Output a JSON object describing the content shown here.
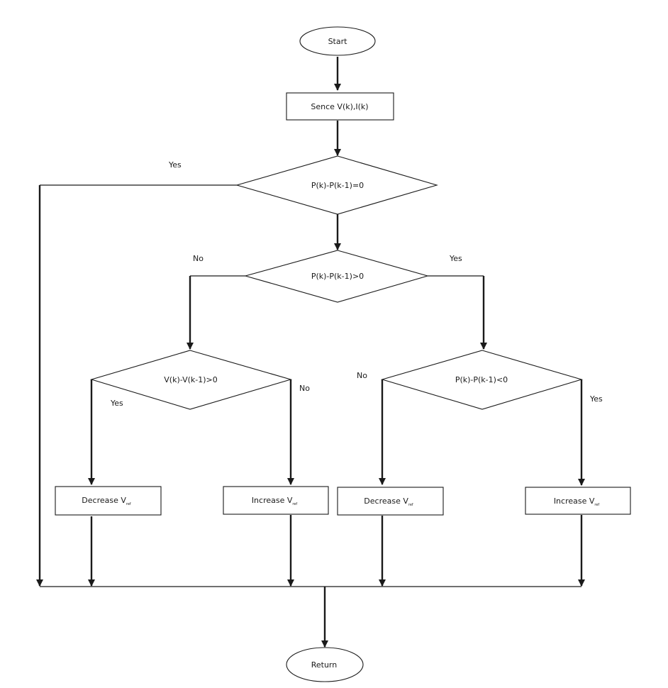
{
  "nodes": {
    "start": "Start",
    "sense": "Sence V(k),I(k)",
    "dec_equal": "P(k)-P(k-1)=0",
    "dec_greater": "P(k)-P(k-1)>0",
    "dec_voltage": "V(k)-V(k-1)>0",
    "dec_less": "P(k)-P(k-1)<0",
    "box_decrease_left": {
      "main": "Decrease V",
      "sub": "ref"
    },
    "box_increase_left": {
      "main": "Increase V",
      "sub": "ref"
    },
    "box_decrease_right": {
      "main": "Decrease V",
      "sub": "ref"
    },
    "box_increase_right": {
      "main": "Increase V",
      "sub": "ref"
    },
    "return": "Return"
  },
  "edge_labels": {
    "equal_yes": "Yes",
    "greater_no": "No",
    "greater_yes": "Yes",
    "voltage_yes": "Yes",
    "voltage_no": "No",
    "less_no": "No",
    "less_yes": "Yes"
  },
  "colors": {
    "line": "#1a1a1a",
    "background": "#ffffff"
  }
}
